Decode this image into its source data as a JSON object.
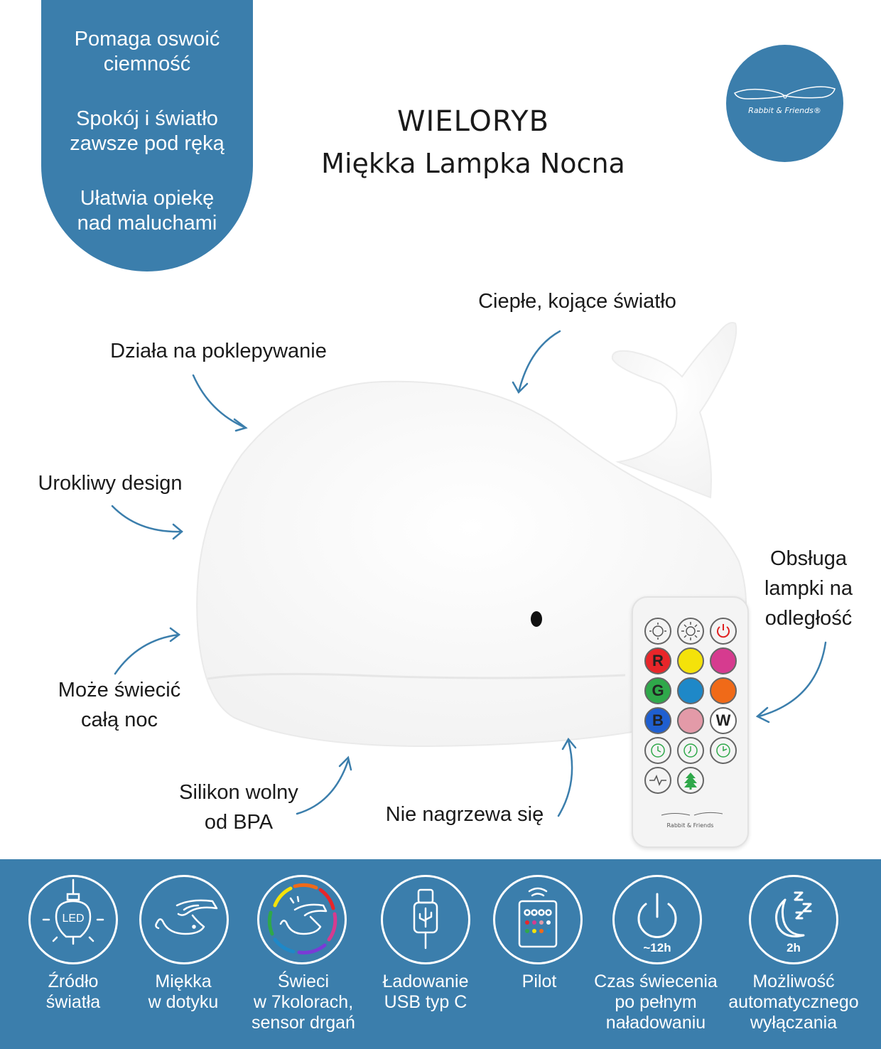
{
  "panel": {
    "items": [
      {
        "line1": "Pomaga oswoić",
        "line2": "ciemność"
      },
      {
        "line1": "Spokój i światło",
        "line2": "zawsze pod ręką"
      },
      {
        "line1": "Ułatwia opiekę",
        "line2": "nad maluchami"
      }
    ]
  },
  "title": {
    "main": "WIELORYB",
    "sub": "Miękka Lampka Nocna"
  },
  "logo": {
    "text": "Rabbit & Friends®"
  },
  "callouts": {
    "warm_light": "Ciepłe, kojące światło",
    "tap": "Działa na poklepywanie",
    "design": "Urokliwy design",
    "all_night": {
      "line1": "Może świecić",
      "line2": "całą noc"
    },
    "silicone": {
      "line1": "Silikon wolny",
      "line2": "od BPA"
    },
    "no_heat": "Nie nagrzewa się",
    "remote": {
      "line1": "Obsługa",
      "line2": "lampki na",
      "line3": "odległość"
    }
  },
  "remote": {
    "buttons": [
      "R",
      "G",
      "B",
      "W"
    ],
    "brand": "Rabbit & Friends"
  },
  "features": [
    {
      "icon": "led-bulb-icon",
      "inner": "LED",
      "label1": "Źródło",
      "label2": "światła",
      "label3": ""
    },
    {
      "icon": "soft-touch-whale-icon",
      "inner": "",
      "label1": "Miękka",
      "label2": "w dotyku",
      "label3": ""
    },
    {
      "icon": "color-sensor-whale-icon",
      "inner": "",
      "label1": "Świeci",
      "label2": "w 7kolorach,",
      "label3": "sensor drgań"
    },
    {
      "icon": "usb-c-icon",
      "inner": "",
      "label1": "Ładowanie",
      "label2": "USB typ C",
      "label3": ""
    },
    {
      "icon": "remote-control-icon",
      "inner": "",
      "label1": "Pilot",
      "label2": "",
      "label3": ""
    },
    {
      "icon": "power-timer-icon",
      "inner": "~12h",
      "label1": "Czas świecenia",
      "label2": "po pełnym",
      "label3": "naładowaniu"
    },
    {
      "icon": "sleep-moon-icon",
      "inner": "2h",
      "label1": "Możliwość",
      "label2": "automatycznego",
      "label3": "wyłączania"
    }
  ],
  "colors": {
    "brand_blue": "#3b7eac",
    "white": "#ffffff"
  }
}
